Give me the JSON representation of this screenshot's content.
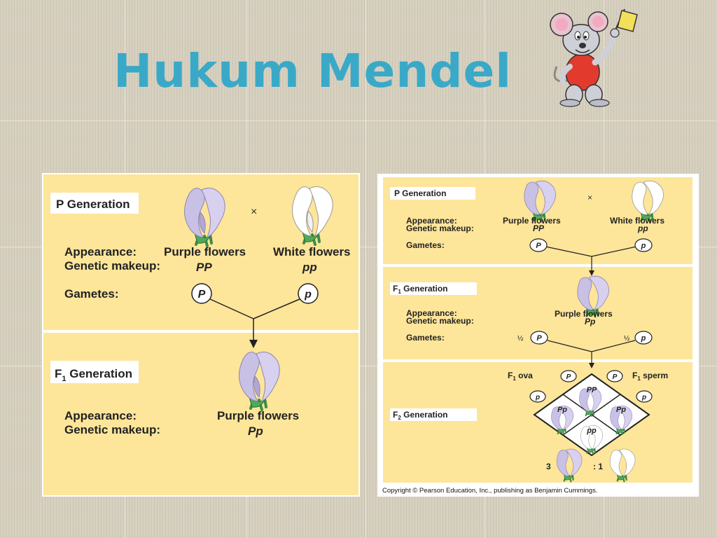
{
  "slide": {
    "title": "Hukum Mendel"
  },
  "left_panel": {
    "p_generation_label": "P Generation",
    "cross_symbol": "×",
    "appearance_label": "Appearance:",
    "genetic_makeup_label": "Genetic makeup:",
    "gametes_label": "Gametes:",
    "purple_flowers": "Purple flowers",
    "white_flowers": "White flowers",
    "genotype_PP": "PP",
    "genotype_pp": "pp",
    "gamete_P": "P",
    "gamete_p": "p",
    "f1_generation_label_main": "F",
    "f1_generation_label_sub": "1",
    "f1_generation_label_rest": " Generation",
    "f1_appearance": "Purple flowers",
    "f1_genotype": "Pp"
  },
  "right_panel": {
    "p_generation_label": "P Generation",
    "cross_symbol": "×",
    "appearance_label": "Appearance:",
    "genetic_makeup_label": "Genetic makeup:",
    "gametes_label": "Gametes:",
    "purple_flowers": "Purple flowers",
    "white_flowers": "White flowers",
    "genotype_PP": "PP",
    "genotype_pp": "pp",
    "gamete_P": "P",
    "gamete_p": "p",
    "f1_label_main": "F",
    "f1_label_sub": "1",
    "f1_label_rest": " Generation",
    "f1_appearance": "Purple flowers",
    "f1_genotype": "Pp",
    "half": "½",
    "f1_ova_main": "F",
    "f1_ova_sub": "1",
    "f1_ova_rest": " ova",
    "f1_sperm_main": "F",
    "f1_sperm_sub": "1",
    "f1_sperm_rest": " sperm",
    "f2_label_main": "F",
    "f2_label_sub": "2",
    "f2_label_rest": " Generation",
    "punnett_PP": "PP",
    "punnett_Pp_left": "Pp",
    "punnett_Pp_right": "Pp",
    "punnett_pp": "pp",
    "ratio_3": "3",
    "ratio_1": ": 1",
    "copyright": "Copyright © Pearson Education, Inc., publishing as Benjamin Cummings."
  },
  "colors": {
    "title": "#3aa9c8",
    "panel_fill": "#fde59a",
    "purple_flower": "#c9c0e6",
    "white_flower": "#ffffff",
    "leaf": "#4faa58"
  }
}
